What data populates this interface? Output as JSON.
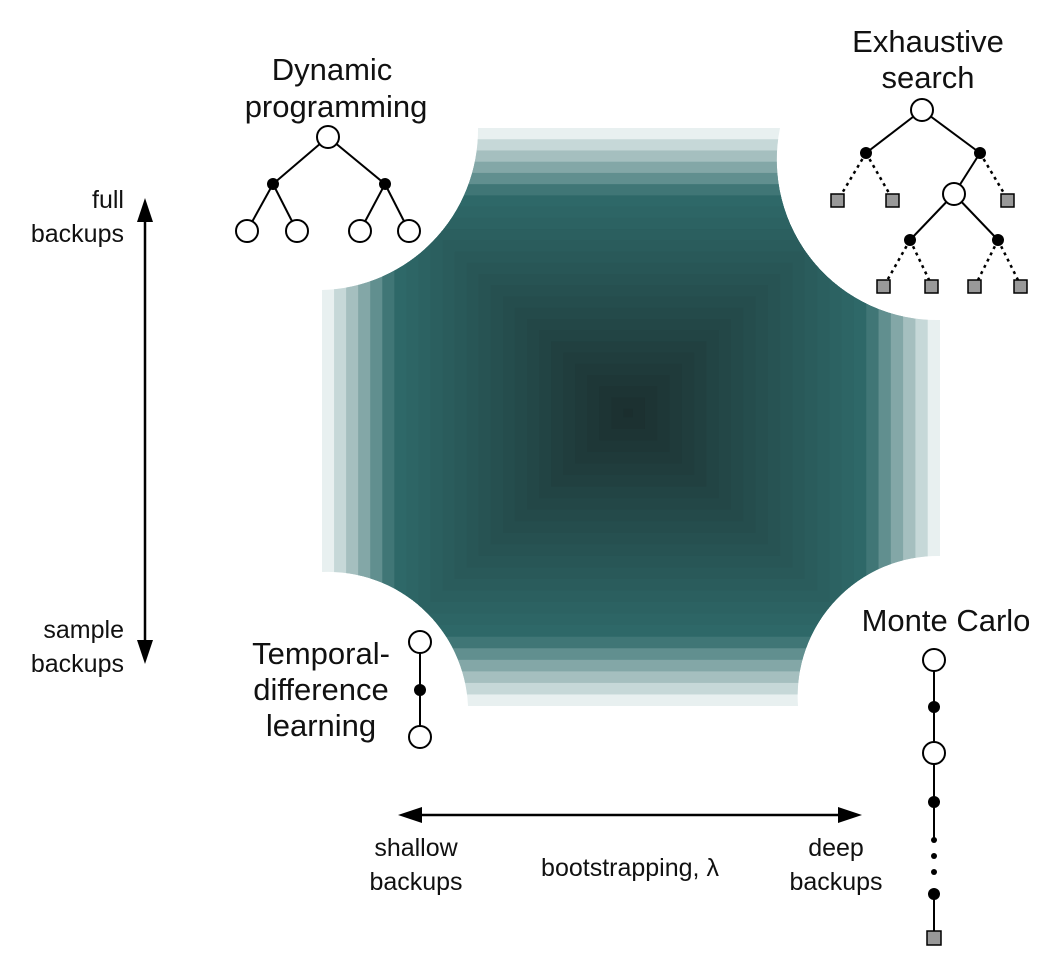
{
  "corners": {
    "dynamic_programming": [
      "Dynamic",
      "programming"
    ],
    "exhaustive_search": [
      "Exhaustive",
      "search"
    ],
    "temporal_difference": [
      "Temporal-",
      "difference",
      "learning"
    ],
    "monte_carlo": "Monte Carlo"
  },
  "vertical_axis": {
    "top_label": [
      "full",
      "backups"
    ],
    "bottom_label": [
      "sample",
      "backups"
    ]
  },
  "horizontal_axis": {
    "center_label": "bootstrapping, λ",
    "left_label": [
      "shallow",
      "backups"
    ],
    "right_label": [
      "deep",
      "backups"
    ]
  },
  "colors": {
    "center": "#1b2e2e",
    "mid": "#2f6a6a",
    "edge": "#e8f0f0"
  }
}
